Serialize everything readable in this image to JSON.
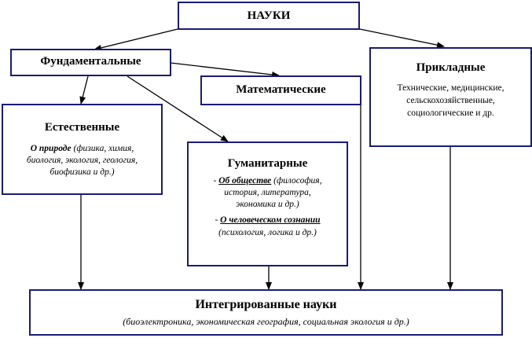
{
  "diagram": {
    "root": {
      "title": "НАУКИ"
    },
    "fundamental": {
      "title": "Фундаментальные"
    },
    "mathematical": {
      "title": "Математические"
    },
    "applied": {
      "title": "Прикладные",
      "lines": [
        "Технические, медицинские,",
        "сельскохозяйственные,",
        "социологические и др."
      ]
    },
    "natural": {
      "title": "Естественные",
      "lead": "О природе",
      "lead_rest": " (физика, химия,",
      "lines": [
        "биология, экология, геология,",
        "биофизика  и др.)"
      ]
    },
    "humanitarian": {
      "title": "Гуманитарные",
      "item1_dash": "- ",
      "item1_lead": "Об обществе",
      "item1_rest": " (философия,",
      "item1_lines": [
        "история, литература,",
        "экономика и др.)"
      ],
      "item2_dash": "- ",
      "item2_lead": "О человеческом сознании",
      "item2_lines": [
        "(психология, логика и др.)"
      ]
    },
    "integrated": {
      "title": "Интегрированные науки",
      "subtitle": "(биоэлектроника, экономическая география, социальная экология и др.)"
    },
    "colors": {
      "border": "#1a1a7a",
      "arrow": "#000000"
    }
  }
}
